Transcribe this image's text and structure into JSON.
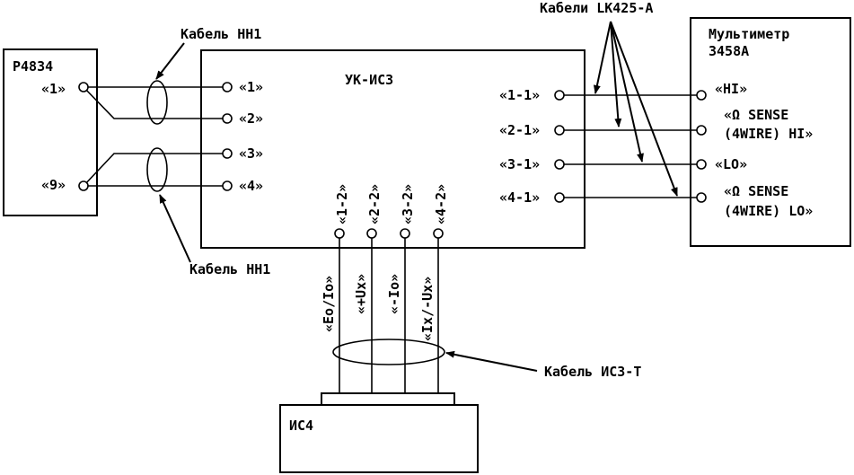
{
  "colors": {
    "ink": "#000000",
    "paper": "#ffffff"
  },
  "blocks": {
    "p4834": {
      "title": "Р4834",
      "terminals": [
        "«1»",
        "«9»"
      ]
    },
    "ukis3": {
      "title": "УК-ИС3",
      "left_terminals": [
        "«1»",
        "«2»",
        "«3»",
        "«4»"
      ],
      "right_terminals": [
        "«1-1»",
        "«2-1»",
        "«3-1»",
        "«4-1»"
      ],
      "bottom_terminals": [
        "«1-2»",
        "«2-2»",
        "«3-2»",
        "«4-2»"
      ]
    },
    "multimeter": {
      "title_line1": "Мультиметр",
      "title_line2": "3458А",
      "inputs": {
        "hi": "«HI»",
        "sense_hi_1": "«Ω SENSE",
        "sense_hi_2": "(4WIRE) HI»",
        "lo": "«LO»",
        "sense_lo_1": "«Ω SENSE",
        "sense_lo_2": "(4WIRE) LO»"
      }
    },
    "is4": {
      "title": "ИС4"
    }
  },
  "signals": [
    "«Eo/Io»",
    "«+Ux»",
    "«-Io»",
    "«Ix/-Ux»"
  ],
  "cables": {
    "hh1_top": "Кабель НН1",
    "hh1_bottom": "Кабель НН1",
    "lk425": "Кабели LK425-A",
    "is3t": "Кабель ИС3-Т"
  }
}
